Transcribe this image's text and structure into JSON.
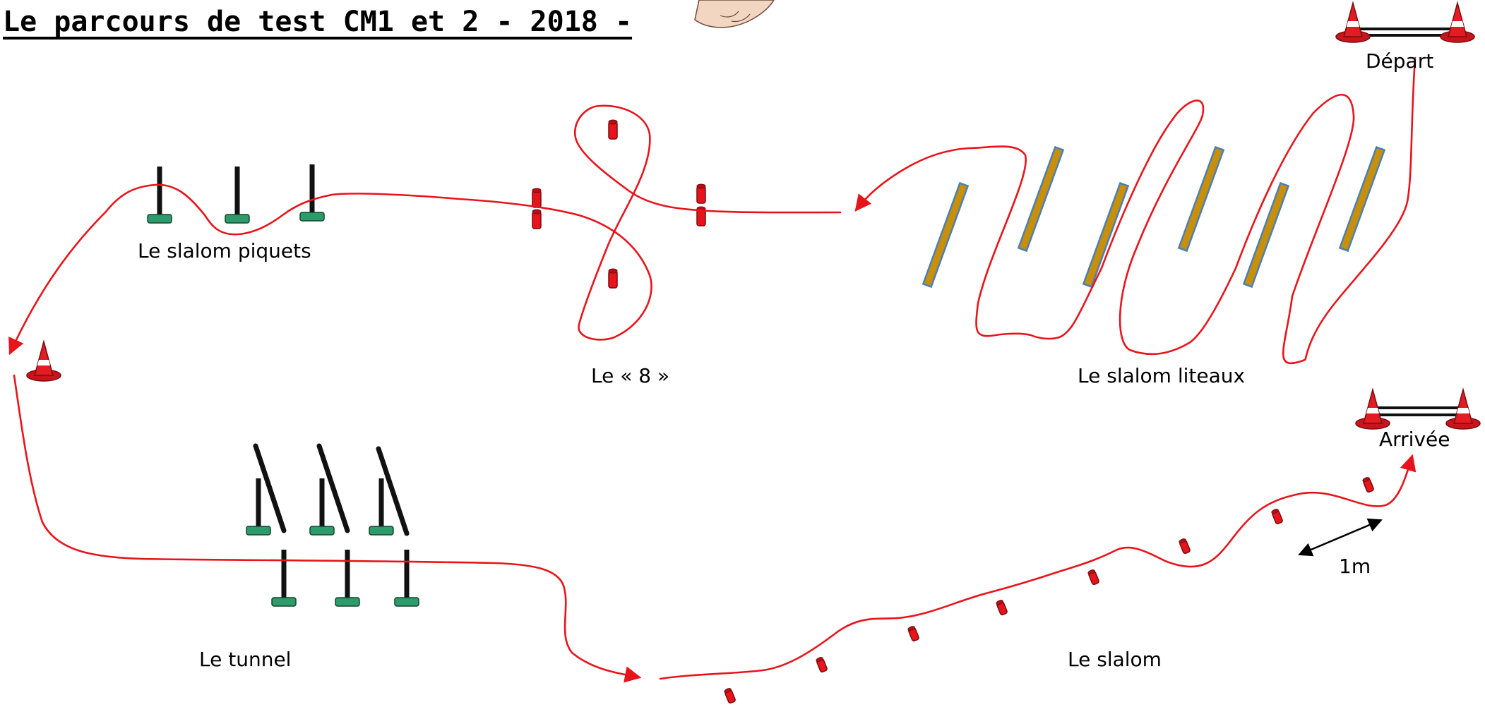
{
  "title": "Le parcours de test CM1 et 2 - 2018 -",
  "labels": {
    "depart": "Départ",
    "arrivee": "Arrivée",
    "slalom_piquets": "Le slalom piquets",
    "huit": "Le « 8 »",
    "slalom_liteaux": "Le slalom liteaux",
    "tunnel": "Le tunnel",
    "slalom": "Le slalom",
    "distance": "1m"
  },
  "colors": {
    "path": "#e8141b",
    "cone": "#e31b23",
    "post_base": "#2e9b6a",
    "post": "#111111",
    "slat": "#c8900a",
    "slat_edge": "#4a7fb5",
    "marker": "#e8141b"
  }
}
